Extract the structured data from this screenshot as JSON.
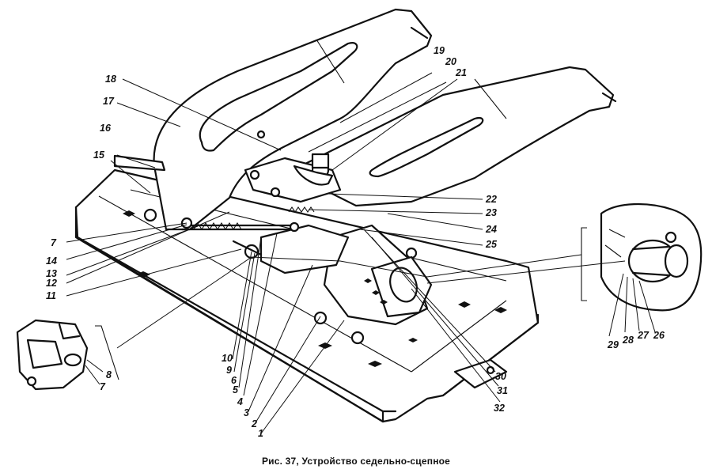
{
  "caption": "Рис. 37, Устройство седельно-сцепное",
  "callouts": {
    "c1": "1",
    "c2": "2",
    "c3": "3",
    "c4": "4",
    "c5": "5",
    "c6": "6",
    "c7": "7",
    "c7b": "7",
    "c8": "8",
    "c9": "9",
    "c10": "10",
    "c11": "11",
    "c12": "12",
    "c13": "13",
    "c14": "14",
    "c15": "15",
    "c16": "16",
    "c17": "17",
    "c18": "18",
    "c19": "19",
    "c20": "20",
    "c21": "21",
    "c22": "22",
    "c23": "23",
    "c24": "24",
    "c25": "25",
    "c26": "26",
    "c27": "27",
    "c28": "28",
    "c29": "29",
    "c30": "30",
    "c31": "31",
    "c32": "32"
  }
}
